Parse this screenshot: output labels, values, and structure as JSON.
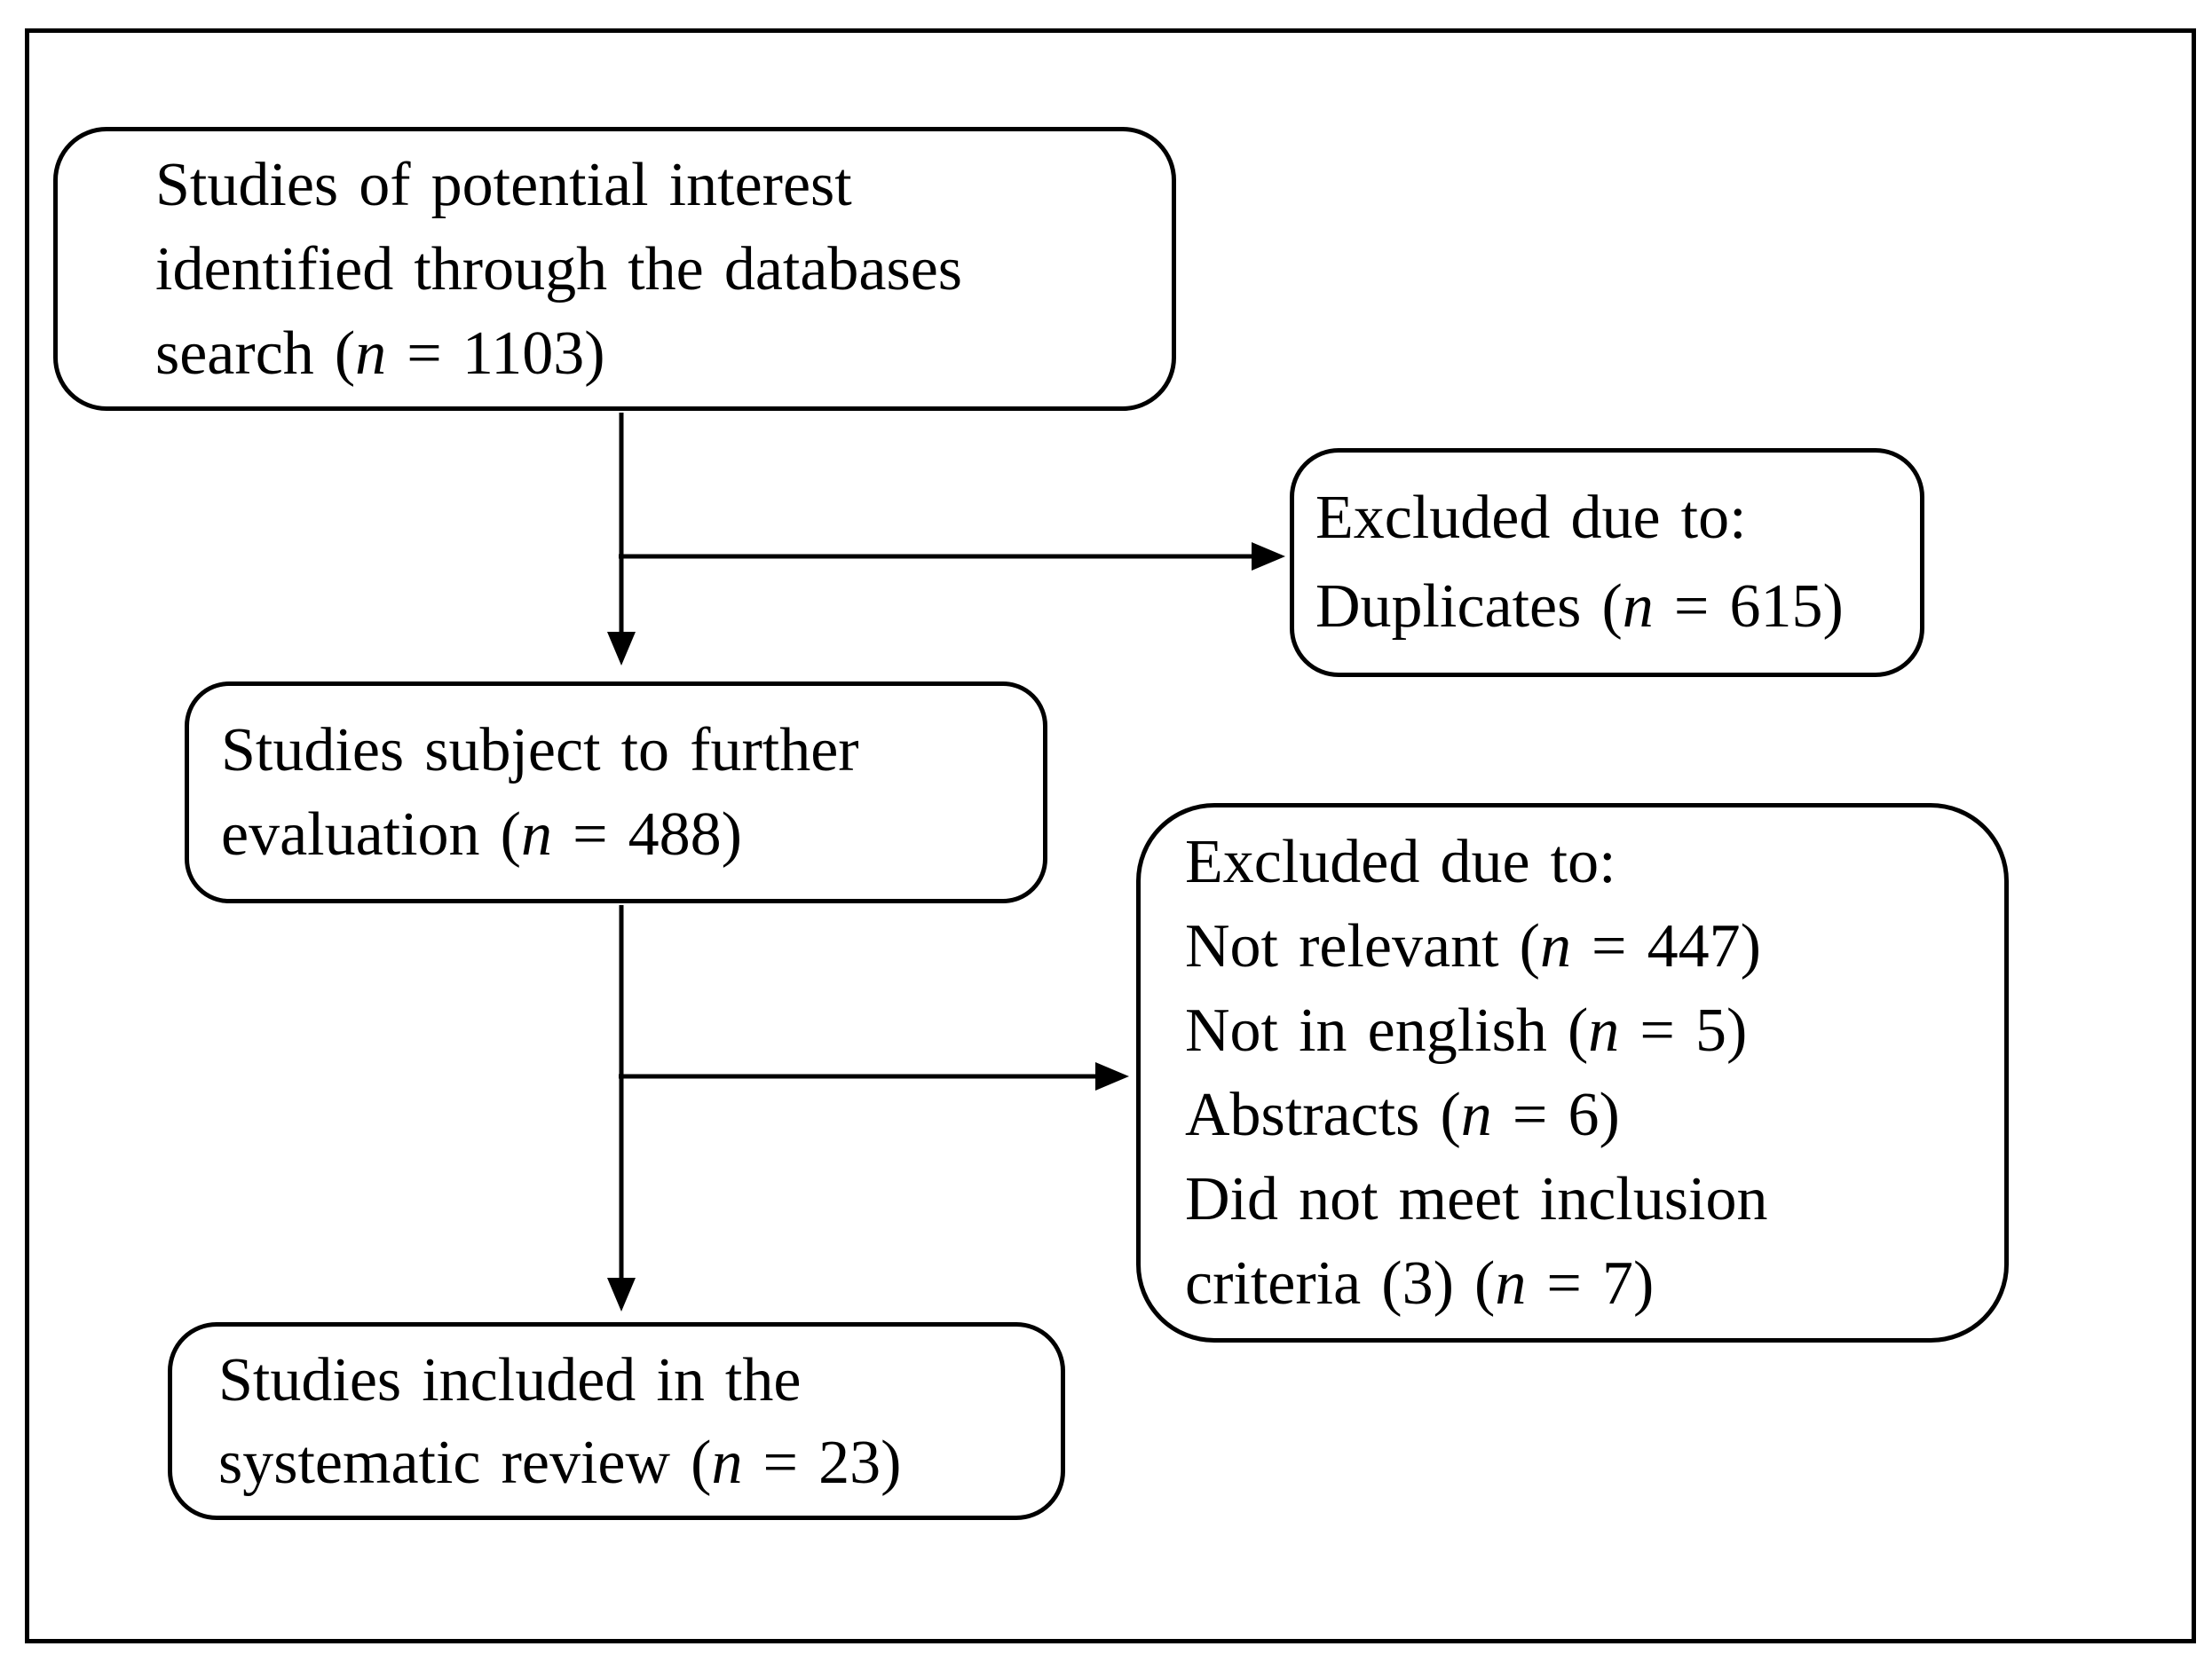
{
  "flowchart": {
    "colors": {
      "stroke": "#000000",
      "background": "#ffffff",
      "text": "#000000"
    },
    "boxes": [
      {
        "id": "studies-identified",
        "n": 1103,
        "lines": [
          {
            "pre": "Studies of potential interest"
          },
          {
            "pre": "identified through the databases"
          },
          {
            "pre": "search (",
            "var": "n",
            "post": " = 1103)"
          }
        ]
      },
      {
        "id": "excluded-duplicates",
        "n": 615,
        "lines": [
          {
            "pre": "Excluded due to:"
          },
          {
            "pre": "Duplicates (",
            "var": "n",
            "post": " = 615)"
          }
        ]
      },
      {
        "id": "studies-further-evaluation",
        "n": 488,
        "lines": [
          {
            "pre": "Studies subject to further"
          },
          {
            "pre": "evaluation (",
            "var": "n",
            "post": " = 488)"
          }
        ]
      },
      {
        "id": "excluded-reasons",
        "n_values": {
          "not_relevant": 447,
          "not_in_english": 5,
          "abstracts": 6,
          "did_not_meet_inclusion_criteria": 7
        },
        "lines": [
          {
            "pre": "Excluded due to:"
          },
          {
            "pre": "Not relevant (",
            "var": "n",
            "post": " = 447)"
          },
          {
            "pre": "Not in english (",
            "var": "n",
            "post": " = 5)"
          },
          {
            "pre": "Abstracts (",
            "var": "n",
            "post": " = 6)"
          },
          {
            "pre": "Did not meet inclusion"
          },
          {
            "pre": "criteria (3) (",
            "var": "n",
            "post": " = 7)"
          }
        ]
      },
      {
        "id": "studies-included",
        "n": 23,
        "lines": [
          {
            "pre": "Studies included in the"
          },
          {
            "pre": "systematic review (",
            "var": "n",
            "post": " = 23)"
          }
        ]
      }
    ]
  }
}
